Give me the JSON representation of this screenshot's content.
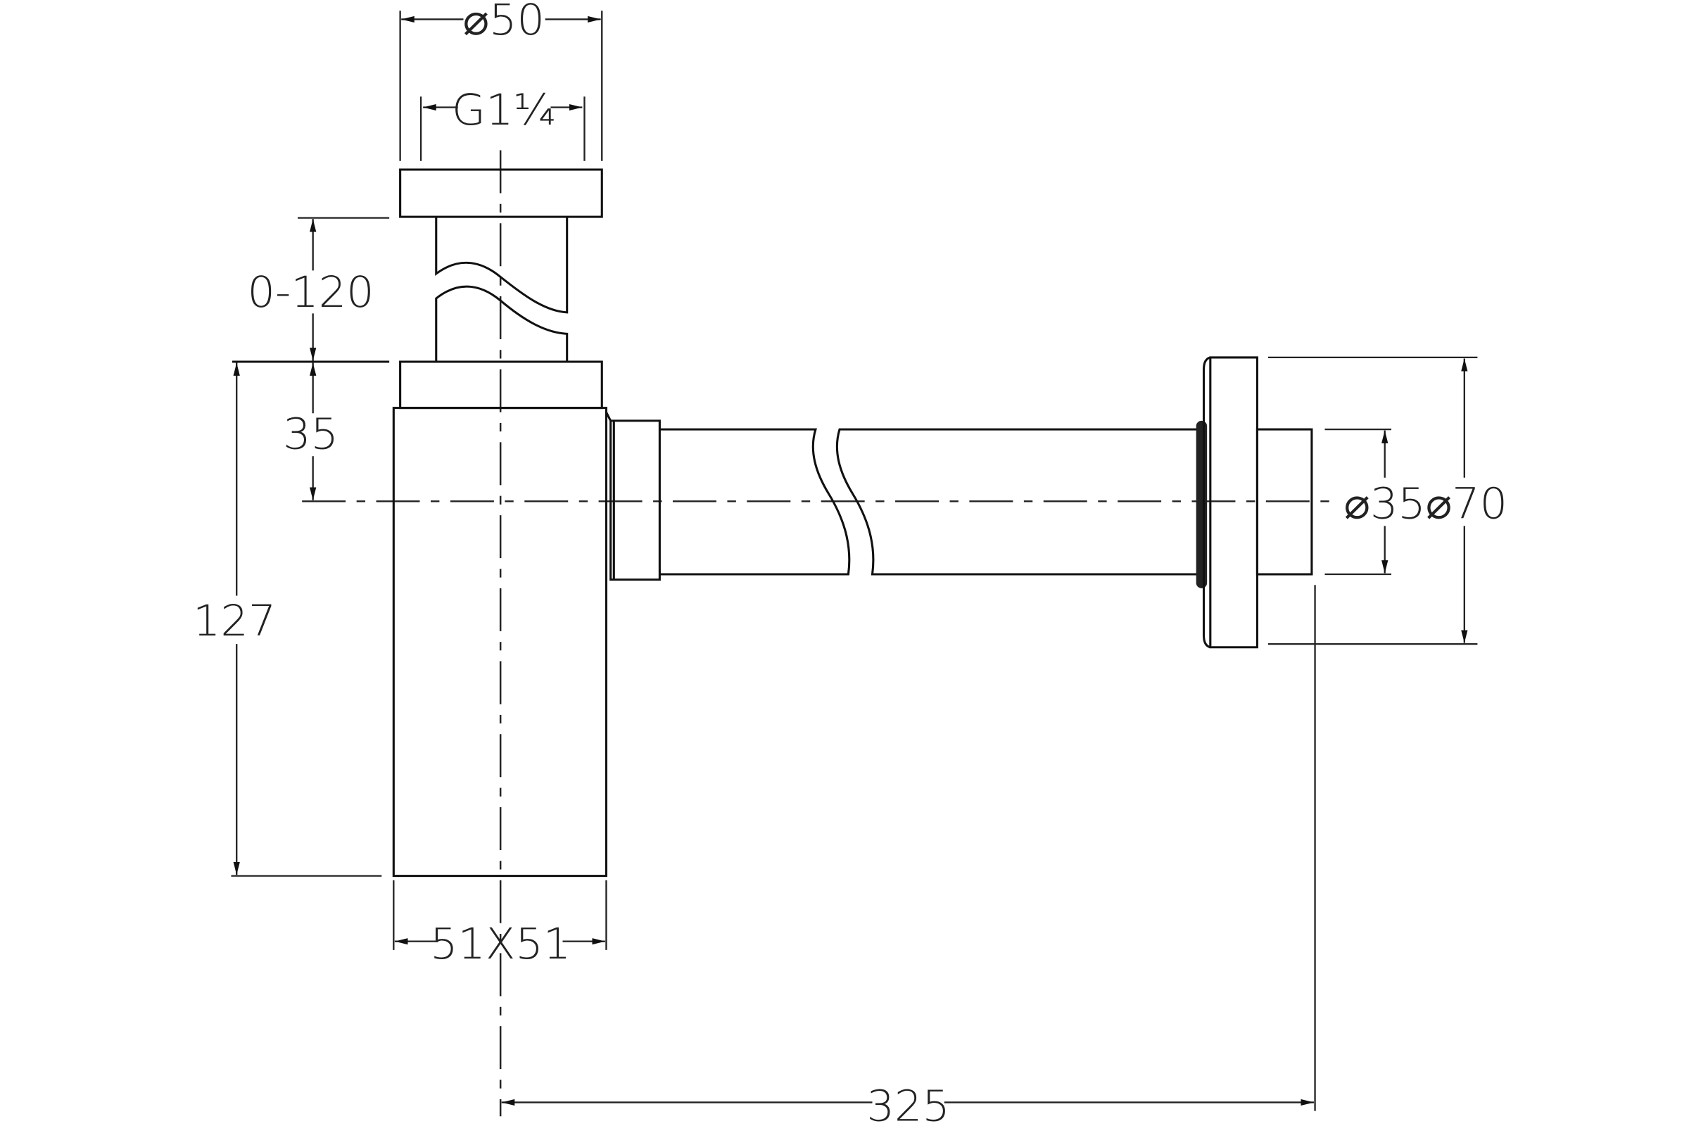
{
  "drawing": {
    "dimensions": {
      "flange_diameter": "⌀50",
      "thread": "G1¼",
      "extension": "0-120",
      "nut_to_center": "35",
      "height": "127",
      "body_section": "51X51",
      "outlet_diameter": "⌀35",
      "wall_flange_diameter": "⌀70",
      "projection": "325"
    },
    "line_color": "#111111",
    "background": "#ffffff"
  }
}
